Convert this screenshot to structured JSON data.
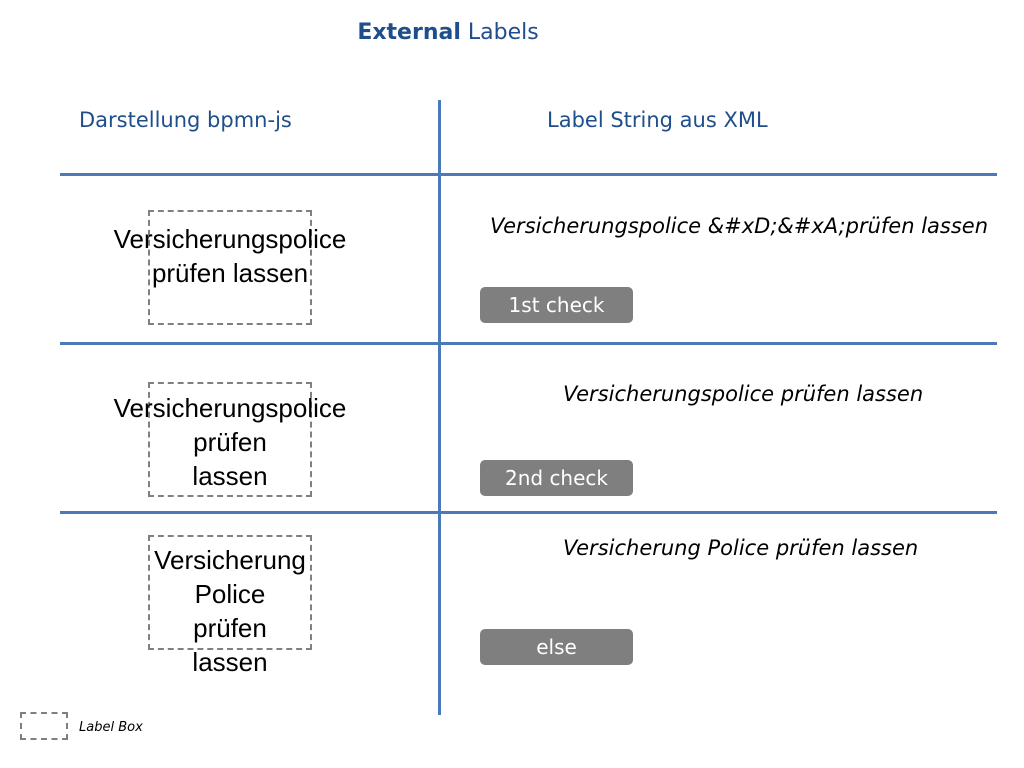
{
  "title": {
    "bold": "External",
    "rest": " Labels"
  },
  "columns": {
    "left": "Darstellung bpmn-js",
    "right": "Label String aus XML"
  },
  "rows": [
    {
      "render_lines": [
        "Versicherungspolice",
        "prüfen lassen"
      ],
      "xml": "Versicherungspolice &#xD;&#xA;prüfen lassen",
      "badge": "1st check"
    },
    {
      "render_lines": [
        "Versicherungspolice",
        "prüfen",
        "lassen"
      ],
      "xml": "Versicherungspolice prüfen lassen",
      "badge": "2nd check"
    },
    {
      "render_lines": [
        "Versicherung",
        "Police",
        "prüfen",
        "lassen"
      ],
      "xml": "Versicherung Police prüfen lassen",
      "badge": "else"
    }
  ],
  "legend": {
    "label": "Label Box"
  },
  "colors": {
    "accent": "#4a7ab8",
    "title": "#1f4e8c",
    "badge": "#7f7f7f"
  }
}
